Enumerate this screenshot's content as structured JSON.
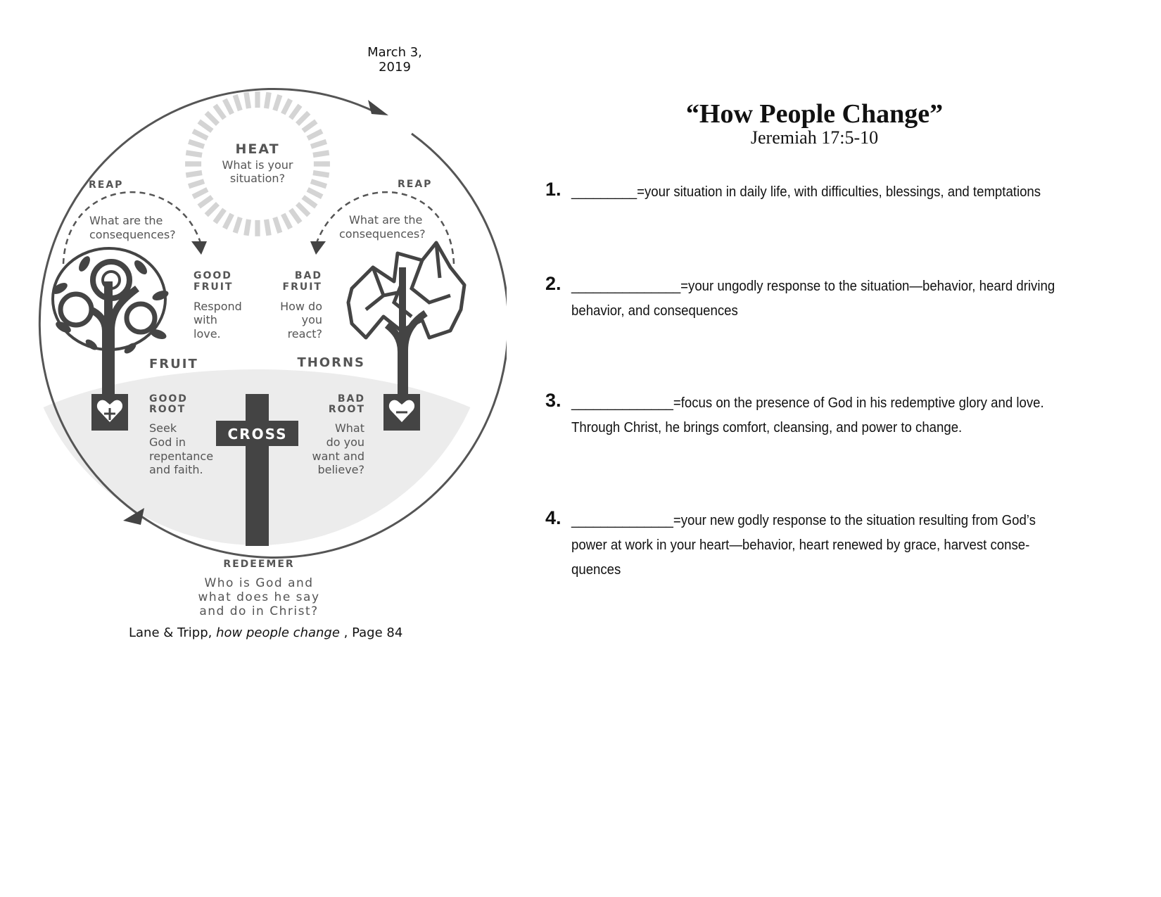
{
  "header": {
    "date": "March 3, 2019"
  },
  "diagram": {
    "heat_title": "HEAT",
    "heat_q1": "What is your",
    "heat_q2": "situation?",
    "reap_left": "REAP",
    "reap_right": "REAP",
    "conseq_l1": "What are the",
    "conseq_l2": "consequences?",
    "conseq_r1": "What are the",
    "conseq_r2": "consequences?",
    "good_fruit_1": "GOOD",
    "good_fruit_2": "FRUIT",
    "good_fruit_d1": "Respond",
    "good_fruit_d2": "with",
    "good_fruit_d3": "love.",
    "bad_fruit_1": "BAD",
    "bad_fruit_2": "FRUIT",
    "bad_fruit_d1": "How do",
    "bad_fruit_d2": "you",
    "bad_fruit_d3": "react?",
    "fruit": "FRUIT",
    "thorns": "THORNS",
    "good_root_1": "GOOD",
    "good_root_2": "ROOT",
    "good_root_d1": "Seek",
    "good_root_d2": "God in",
    "good_root_d3": "repentance",
    "good_root_d4": "and faith.",
    "bad_root_1": "BAD",
    "bad_root_2": "ROOT",
    "bad_root_d1": "What",
    "bad_root_d2": "do you",
    "bad_root_d3": "want and",
    "bad_root_d4": "believe?",
    "cross": "CROSS",
    "redeemer": "REDEEMER",
    "redeemer_d1": "Who is God and",
    "redeemer_d2": "what does he say",
    "redeemer_d3": "and do in Christ?"
  },
  "citation": {
    "authors": "Lane & Tripp, ",
    "book": "how people change",
    "page": " , Page 84"
  },
  "sermon": {
    "title": "“How People Change”",
    "scripture": "Jeremiah 17:5-10"
  },
  "points": [
    {
      "num": "1.",
      "blank": "_________",
      "text": "=your situation in daily life, with difficulties, blessings, and temptations"
    },
    {
      "num": "2.",
      "blank": "_______________",
      "text": "=your ungodly response to the situation—behavior, heard driving behavior, and consequences"
    },
    {
      "num": "3.",
      "blank": "______________",
      "text": "=focus on the presence of God in his redemptive glory and love.  Through Christ, he brings comfort, cleansing, and power to change."
    },
    {
      "num": "4.",
      "blank": "______________",
      "text": "=your new godly response to the situation resulting from God’s power at work in your heart—behavior, heart renewed by grace, harvest conse-quences"
    }
  ]
}
